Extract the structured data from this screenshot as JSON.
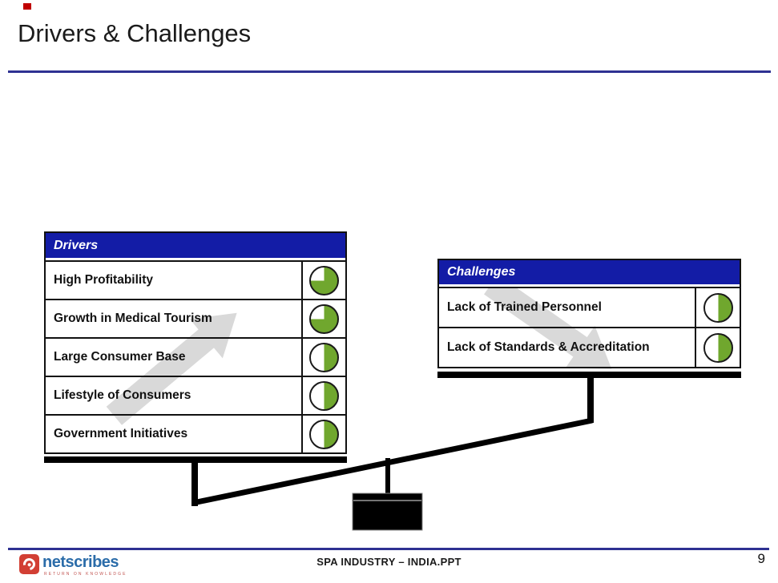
{
  "slide": {
    "title": "Drivers & Challenges",
    "page_number": "9",
    "footer_text": "SPA INDUSTRY – INDIA.PPT"
  },
  "logo": {
    "brand": "netscribes",
    "tagline": "RETURN ON KNOWLEDGE"
  },
  "drivers": {
    "header": "Drivers",
    "rows": [
      {
        "label": "High Profitability",
        "rating_fill_percent": "75"
      },
      {
        "label": "Growth in Medical Tourism",
        "rating_fill_percent": "75"
      },
      {
        "label": "Large Consumer Base",
        "rating_fill_percent": "50"
      },
      {
        "label": "Lifestyle of Consumers",
        "rating_fill_percent": "50"
      },
      {
        "label": "Government Initiatives",
        "rating_fill_percent": "50"
      }
    ]
  },
  "challenges": {
    "header": "Challenges",
    "rows": [
      {
        "label": "Lack of Trained Personnel",
        "rating_fill_percent": "50"
      },
      {
        "label": "Lack of Standards & Accreditation",
        "rating_fill_percent": "50"
      }
    ]
  },
  "colors": {
    "header_blue": "#131CA6",
    "ball_green": "#70A72E",
    "line_navy": "#2E3192",
    "accent_red": "#C00000",
    "arrow_gray": "#D9D9D9",
    "brand_blue": "#2B6CA9",
    "brand_red": "#D23F34",
    "seesaw_black": "#000000"
  }
}
